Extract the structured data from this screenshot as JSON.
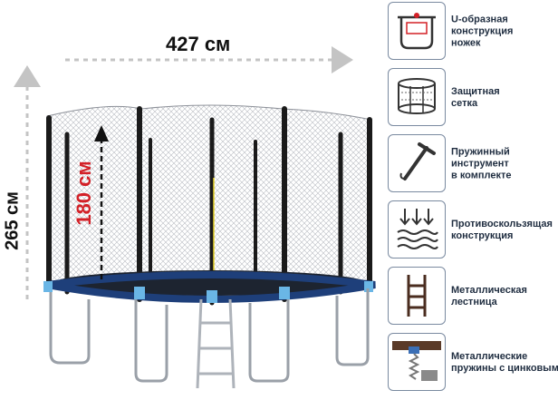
{
  "dimensions": {
    "width": "427 см",
    "depth": "265 см",
    "net_height": "180 см"
  },
  "features": [
    {
      "icon": "u-shaped-legs-icon",
      "lines": [
        "U-образная",
        "конструкция",
        "ножек"
      ]
    },
    {
      "icon": "safety-net-icon",
      "lines": [
        "Защитная",
        "сетка"
      ]
    },
    {
      "icon": "spring-tool-icon",
      "lines": [
        "Пружинный",
        "инструмент",
        "в комплекте"
      ]
    },
    {
      "icon": "anti-slip-icon",
      "lines": [
        "Противоскользящая",
        "конструкция"
      ]
    },
    {
      "icon": "ladder-icon",
      "lines": [
        "Металлическая",
        "лестница"
      ]
    },
    {
      "icon": "spring-icon",
      "lines": [
        "Металлические",
        "пружины с цинковым"
      ]
    }
  ],
  "colors": {
    "frame_pad": "#1e3f7a",
    "accent_red": "#d32027",
    "text_dark": "#1f2d40",
    "icon_border": "#7a8aa0"
  }
}
